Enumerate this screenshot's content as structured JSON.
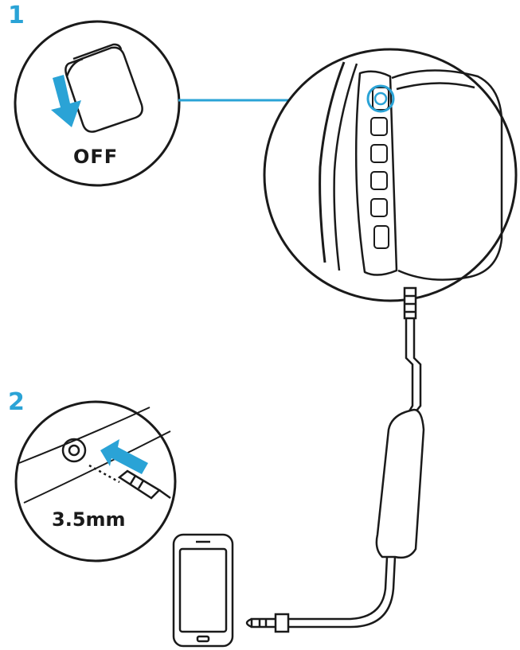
{
  "steps": [
    {
      "number": "1",
      "label": "OFF"
    },
    {
      "number": "2",
      "label": "3.5mm"
    }
  ],
  "colors": {
    "accent": "#2aa3d6",
    "line": "#1a1a1a",
    "background": "#ffffff"
  },
  "icons": {
    "switch": "power-switch-icon",
    "arrow": "down-arrow-icon",
    "jack": "audio-jack-icon",
    "phone": "smartphone-icon"
  }
}
